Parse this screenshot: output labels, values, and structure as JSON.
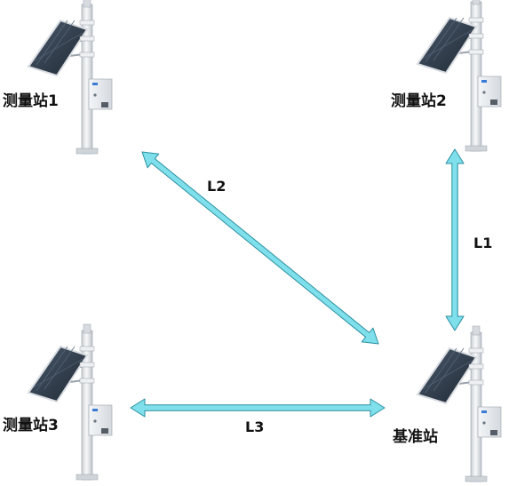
{
  "stations": {
    "s1": {
      "label": "测量站1"
    },
    "s2": {
      "label": "测量站2"
    },
    "s3": {
      "label": "测量站3"
    },
    "base": {
      "label": "基准站"
    }
  },
  "links": {
    "l1": {
      "label": "L1"
    },
    "l2": {
      "label": "L2"
    },
    "l3": {
      "label": "L3"
    }
  },
  "colors": {
    "arrow_fill": "#7fe0ec",
    "arrow_stroke": "#2a8fa0",
    "pole": "#e9ecef",
    "panel": "#2f3b4a"
  }
}
